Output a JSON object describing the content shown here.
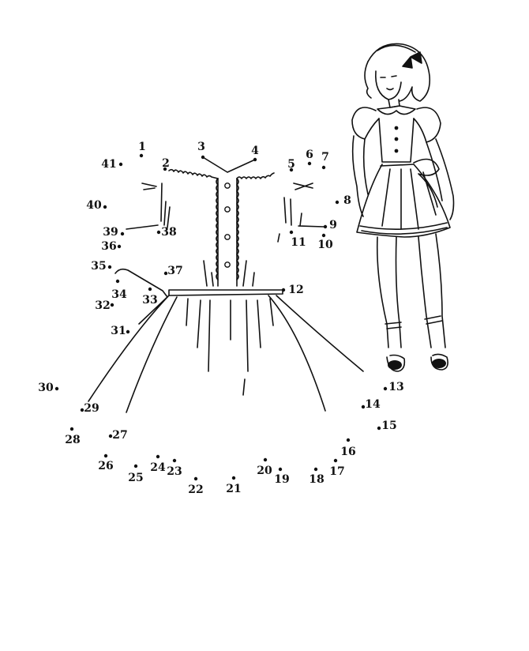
{
  "picture": {
    "line_color": "#111111",
    "background": "#ffffff"
  },
  "dots": [
    {
      "n": "1"
    },
    {
      "n": "2"
    },
    {
      "n": "3"
    },
    {
      "n": "4"
    },
    {
      "n": "5"
    },
    {
      "n": "6"
    },
    {
      "n": "7"
    },
    {
      "n": "8"
    },
    {
      "n": "9"
    },
    {
      "n": "10"
    },
    {
      "n": "11"
    },
    {
      "n": "12"
    },
    {
      "n": "13"
    },
    {
      "n": "14"
    },
    {
      "n": "15"
    },
    {
      "n": "16"
    },
    {
      "n": "17"
    },
    {
      "n": "18"
    },
    {
      "n": "19"
    },
    {
      "n": "20"
    },
    {
      "n": "21"
    },
    {
      "n": "22"
    },
    {
      "n": "23"
    },
    {
      "n": "24"
    },
    {
      "n": "25"
    },
    {
      "n": "26"
    },
    {
      "n": "27"
    },
    {
      "n": "28"
    },
    {
      "n": "29"
    },
    {
      "n": "30"
    },
    {
      "n": "31"
    },
    {
      "n": "32"
    },
    {
      "n": "33"
    },
    {
      "n": "34"
    },
    {
      "n": "35"
    },
    {
      "n": "36"
    },
    {
      "n": "37"
    },
    {
      "n": "38"
    },
    {
      "n": "39"
    },
    {
      "n": "40"
    },
    {
      "n": "41"
    }
  ]
}
